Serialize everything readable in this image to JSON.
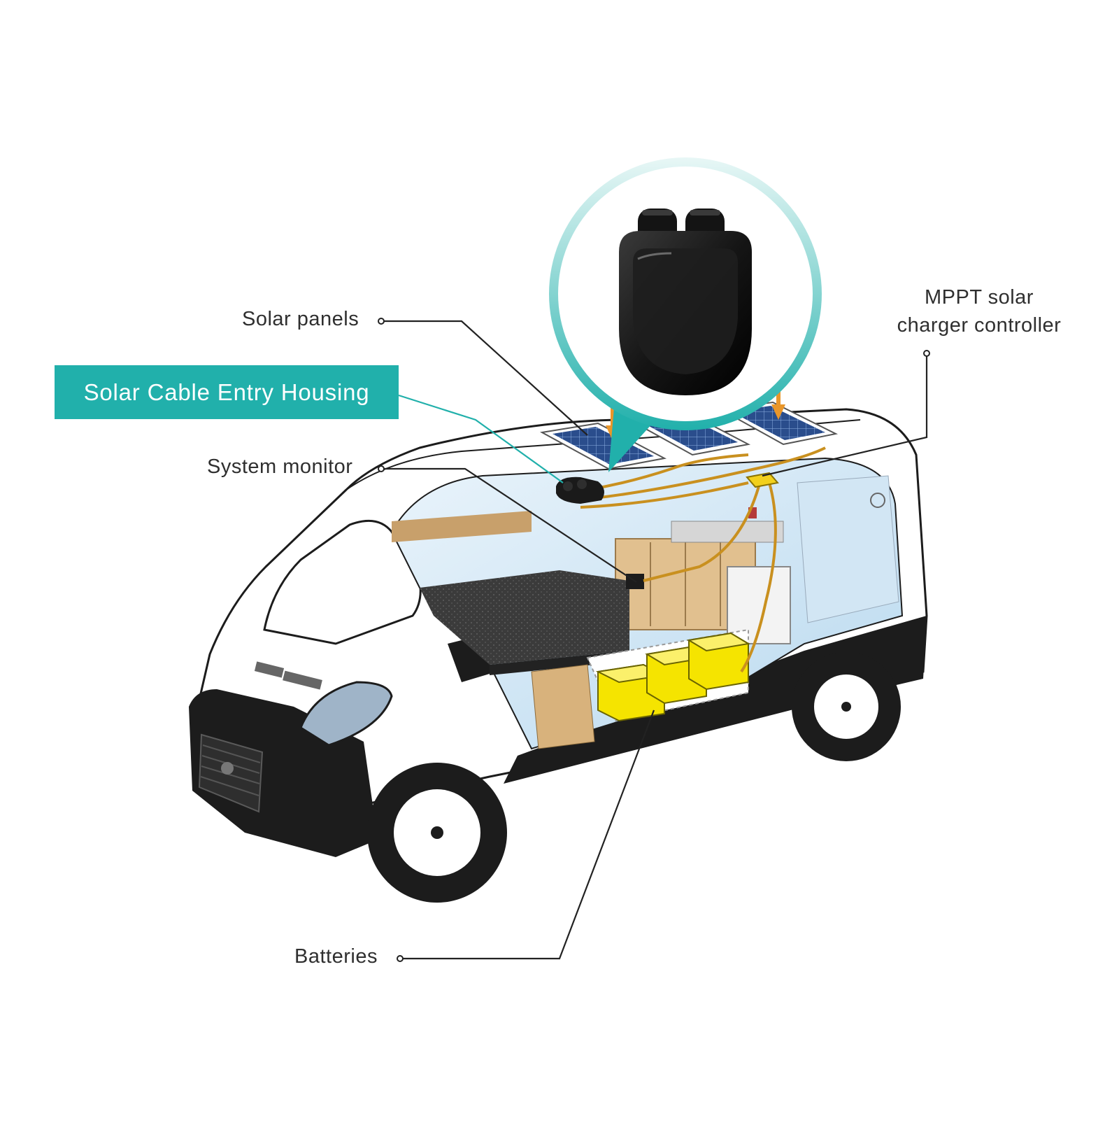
{
  "callout": {
    "text": "Solar Cable Entry Housing",
    "color": "#21b0ab"
  },
  "labels": {
    "solar_panels": "Solar panels",
    "mppt_line1": "MPPT solar",
    "mppt_line2": "charger controller",
    "system_monitor": "System monitor",
    "batteries": "Batteries"
  },
  "colors": {
    "teal": "#21b0ab",
    "battery": "#f5e400",
    "cable": "#c9901f",
    "van_body": "#ffffff",
    "van_dark": "#1c1c1c"
  }
}
